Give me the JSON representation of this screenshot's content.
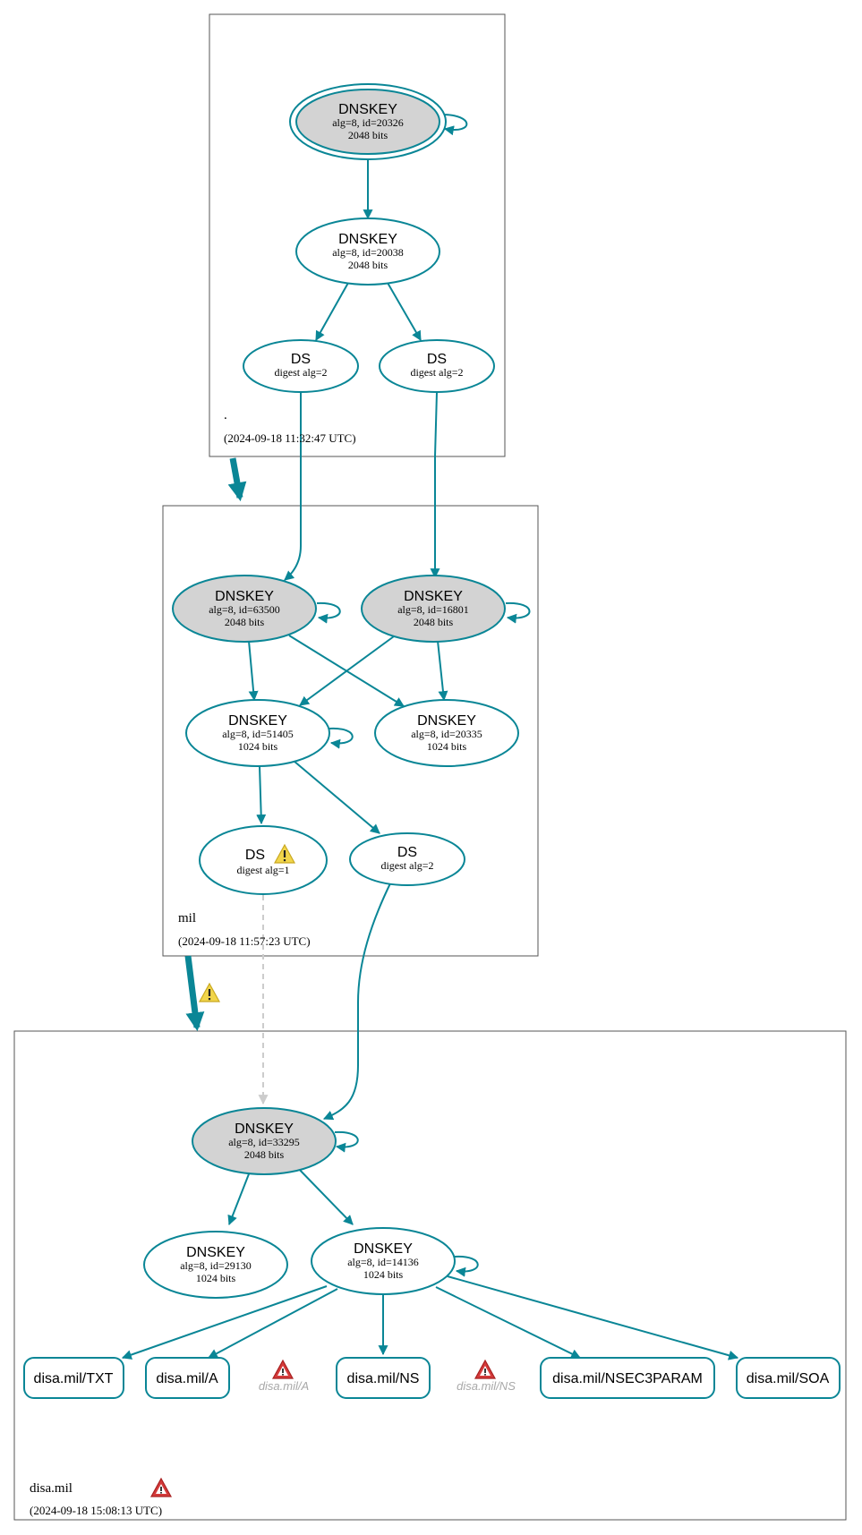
{
  "colors": {
    "edge": "#0a8696",
    "node_filled": "#d3d3d3",
    "node_plain": "#ffffff",
    "dashed_edge": "#cccccc",
    "warning_yellow": "#f1d54a",
    "error_red": "#d43a3a"
  },
  "zones": {
    "root": {
      "name": ".",
      "timestamp": "(2024-09-18 11:32:47 UTC)"
    },
    "mil": {
      "name": "mil",
      "timestamp": "(2024-09-18 11:57:23 UTC)"
    },
    "disa": {
      "name": "disa.mil",
      "timestamp": "(2024-09-18 15:08:13 UTC)",
      "status_icon": "error-icon"
    }
  },
  "nodes": {
    "root_ksk": {
      "type": "DNSKEY",
      "detail": "alg=8, id=20326",
      "bits": "2048 bits"
    },
    "root_zsk": {
      "type": "DNSKEY",
      "detail": "alg=8, id=20038",
      "bits": "2048 bits"
    },
    "root_ds1": {
      "type": "DS",
      "detail": "digest alg=2"
    },
    "root_ds2": {
      "type": "DS",
      "detail": "digest alg=2"
    },
    "mil_ksk1": {
      "type": "DNSKEY",
      "detail": "alg=8, id=63500",
      "bits": "2048 bits"
    },
    "mil_ksk2": {
      "type": "DNSKEY",
      "detail": "alg=8, id=16801",
      "bits": "2048 bits"
    },
    "mil_zsk1": {
      "type": "DNSKEY",
      "detail": "alg=8, id=51405",
      "bits": "1024 bits"
    },
    "mil_zsk2": {
      "type": "DNSKEY",
      "detail": "alg=8, id=20335",
      "bits": "1024 bits"
    },
    "mil_ds1": {
      "type": "DS",
      "detail": "digest alg=1",
      "status_icon": "warning-icon"
    },
    "mil_ds2": {
      "type": "DS",
      "detail": "digest alg=2"
    },
    "disa_ksk": {
      "type": "DNSKEY",
      "detail": "alg=8, id=33295",
      "bits": "2048 bits"
    },
    "disa_zsk1": {
      "type": "DNSKEY",
      "detail": "alg=8, id=29130",
      "bits": "1024 bits"
    },
    "disa_zsk2": {
      "type": "DNSKEY",
      "detail": "alg=8, id=14136",
      "bits": "1024 bits"
    }
  },
  "rrsets": {
    "txt": "disa.mil/TXT",
    "a": "disa.mil/A",
    "ns": "disa.mil/NS",
    "nsec3param": "disa.mil/NSEC3PARAM",
    "soa": "disa.mil/SOA"
  },
  "ghost_rrsets": {
    "a": "disa.mil/A",
    "ns": "disa.mil/NS"
  },
  "delegations": {
    "root_to_mil": {
      "status_icon": ""
    },
    "mil_to_disa": {
      "status_icon": "warning-icon"
    }
  }
}
